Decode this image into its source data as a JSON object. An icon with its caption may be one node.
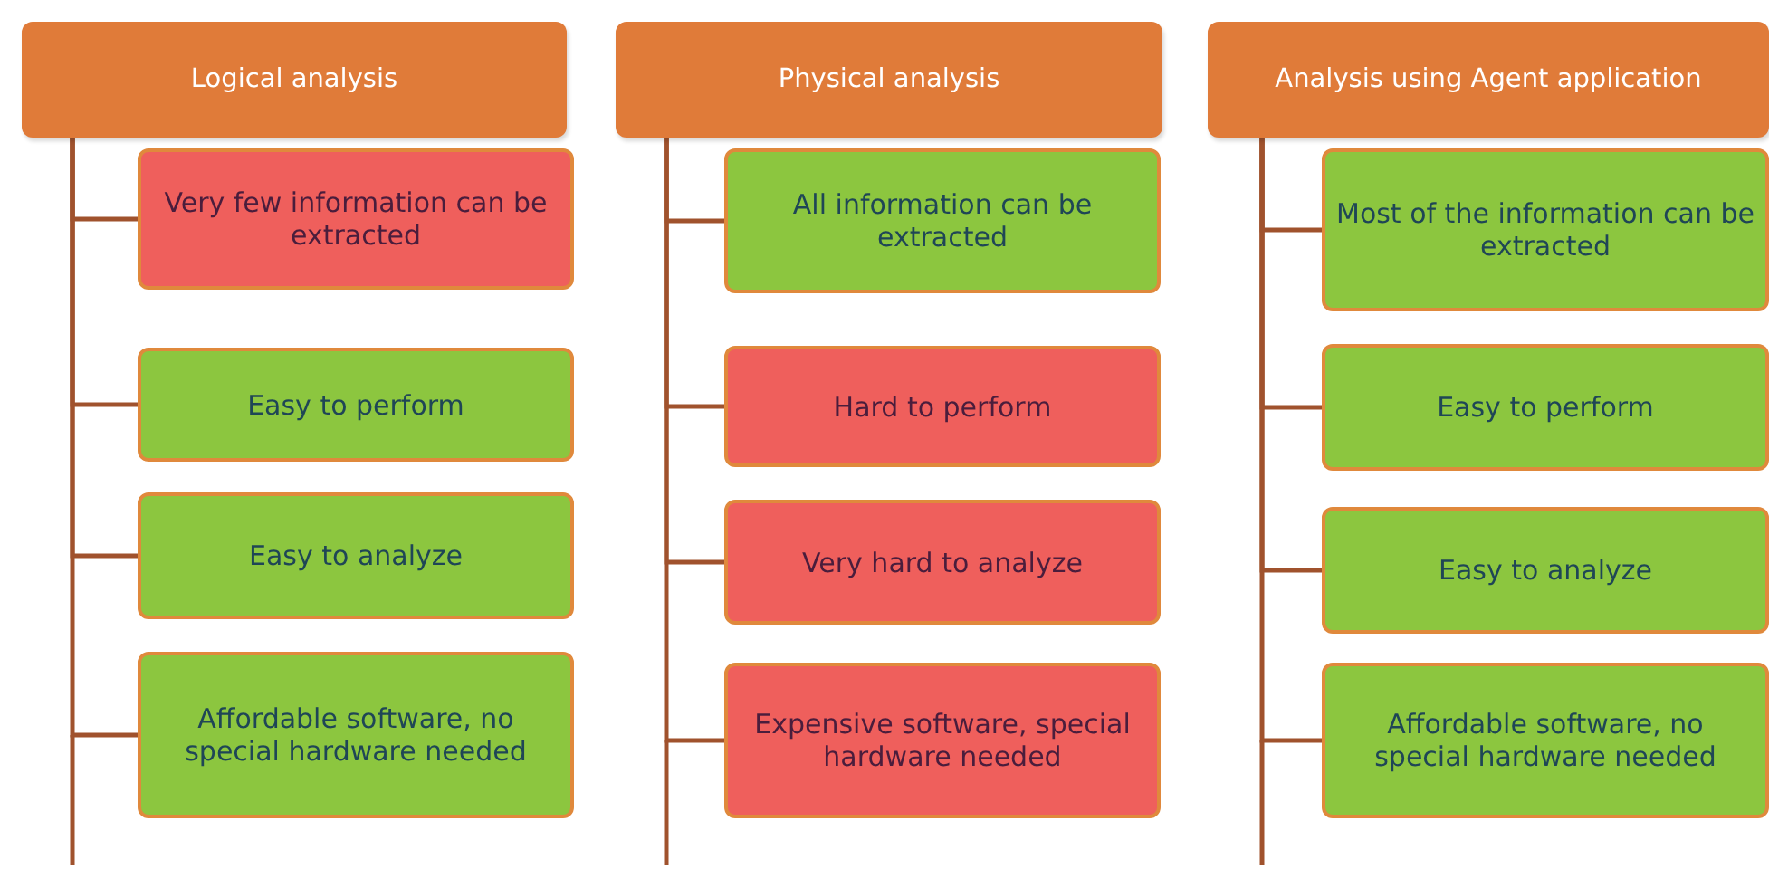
{
  "diagram": {
    "nodes": [
      {
        "text": [
          "Logical analysis"
        ]
      },
      {
        "text": [
          "Very few information can be extracted"
        ]
      },
      {
        "text": [
          "Easy to perform"
        ]
      },
      {
        "text": [
          "Easy to analyze"
        ]
      },
      {
        "text": [
          "Affordable software, no special hardware needed"
        ]
      },
      {
        "text": [
          "Physical analysis"
        ]
      },
      {
        "text": [
          "All information can be extracted"
        ]
      },
      {
        "text": [
          "Hard to perform"
        ]
      },
      {
        "text": [
          "Very hard to analyze"
        ]
      },
      {
        "text": [
          "Expensive software, special hardware needed"
        ]
      },
      {
        "text": [
          "Analysis using Agent application"
        ]
      },
      {
        "text": [
          "Most of the information can be extracted"
        ]
      },
      {
        "text": [
          "Easy to perform"
        ]
      },
      {
        "text": [
          "Easy to analyze"
        ]
      },
      {
        "text": [
          "Affordable software, no special hardware needed"
        ]
      }
    ],
    "edges": [
      {
        "from": 0,
        "to": 1,
        "arrow": "none"
      },
      {
        "from": 0,
        "to": 2,
        "arrow": "none"
      },
      {
        "from": 0,
        "to": 3,
        "arrow": "none"
      },
      {
        "from": 0,
        "to": 4,
        "arrow": "none"
      },
      {
        "from": 5,
        "to": 6,
        "arrow": "none"
      },
      {
        "from": 5,
        "to": 7,
        "arrow": "none"
      },
      {
        "from": 5,
        "to": 8,
        "arrow": "none"
      },
      {
        "from": 5,
        "to": 9,
        "arrow": "none"
      },
      {
        "from": 10,
        "to": 11,
        "arrow": "none"
      },
      {
        "from": 10,
        "to": 12,
        "arrow": "none"
      },
      {
        "from": 10,
        "to": 13,
        "arrow": "none"
      },
      {
        "from": 10,
        "to": 14,
        "arrow": "none"
      }
    ]
  }
}
